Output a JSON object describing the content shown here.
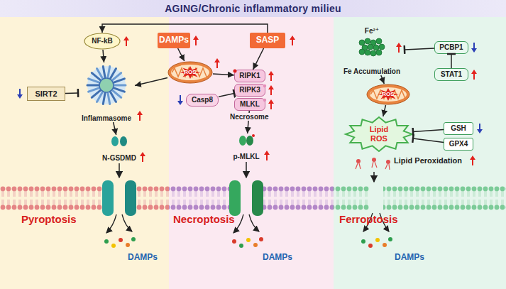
{
  "diagram": {
    "title": "AGING/Chronic inflammatory milieu",
    "nodes": [
      {
        "text": [
          "NF-kB"
        ]
      },
      {
        "text": [
          "DAMPs"
        ]
      },
      {
        "text": [
          "SASP"
        ]
      },
      {
        "text": [
          "ROS"
        ]
      },
      {
        "text": [
          "SIRT2"
        ]
      },
      {
        "text": [
          "Inflammasome"
        ]
      },
      {
        "text": [
          "RIPK1"
        ]
      },
      {
        "text": [
          "RIPK3"
        ]
      },
      {
        "text": [
          "MLKL"
        ]
      },
      {
        "text": [
          "Casp8"
        ]
      },
      {
        "text": [
          "N-GSDMD"
        ]
      },
      {
        "text": [
          "p-MLKL"
        ]
      },
      {
        "text": [
          "Fe²⁺",
          "Fe Accumulation"
        ]
      },
      {
        "text": [
          "PCBP1"
        ]
      },
      {
        "text": [
          "STAT1"
        ]
      },
      {
        "text": [
          "ROS"
        ]
      },
      {
        "text": [
          "Lipid ROS"
        ]
      },
      {
        "text": [
          "GSH"
        ]
      },
      {
        "text": [
          "GPX4"
        ]
      }
    ],
    "edges": [
      {
        "from": 2,
        "to": 0,
        "arrow": "to"
      },
      {
        "from": 0,
        "to": 5,
        "arrow": "to"
      },
      {
        "from": 1,
        "to": 3,
        "arrow": "to"
      },
      {
        "from": 2,
        "to": 6,
        "arrow": "to"
      },
      {
        "from": 3,
        "to": 5,
        "arrow": "to"
      },
      {
        "from": 3,
        "to": 6,
        "arrow": "to"
      },
      {
        "from": 4,
        "to": 5,
        "arrow": "to"
      },
      {
        "from": 9,
        "to": 7,
        "arrow": "to"
      },
      {
        "from": 5,
        "to": 10,
        "arrow": "to"
      },
      {
        "from": 8,
        "to": 11,
        "arrow": "to"
      },
      {
        "from": 12,
        "to": 15,
        "arrow": "to"
      },
      {
        "from": 13,
        "to": 12,
        "arrow": "to"
      },
      {
        "from": 14,
        "to": 13,
        "arrow": "to"
      },
      {
        "from": 15,
        "to": 16,
        "arrow": "to"
      },
      {
        "from": 17,
        "to": 16,
        "arrow": "to"
      },
      {
        "from": 18,
        "to": 16,
        "arrow": "to"
      }
    ],
    "labels": [
      "Necrosome",
      "Pyroptosis",
      "Necroptosis",
      "Ferroptosis",
      "DAMPs",
      "DAMPs",
      "DAMPs",
      "Lipid Peroxidation"
    ]
  }
}
